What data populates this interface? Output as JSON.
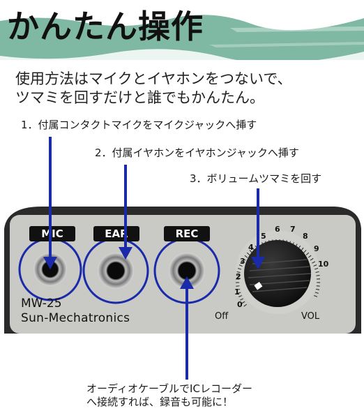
{
  "title": "かんたん操作",
  "intro": {
    "line1": "使用方法はマイクとイヤホンをつないで、",
    "line2": "ツマミを回すだけと誰でもかんたん。"
  },
  "steps": [
    "1．付属コンタクトマイクをマイクジャックへ挿す",
    "2．付属イヤホンをイヤホンジャックへ挿す",
    "3．ボリュームツマミを回す"
  ],
  "device": {
    "jack_labels": [
      "MIC",
      "EAR",
      "REC"
    ],
    "model": "MW-25",
    "maker": "Sun-Mechatronics",
    "off_label": "Off",
    "vol_label": "VOL",
    "knob_scale": [
      "0",
      "1",
      "2",
      "3",
      "4",
      "5",
      "6",
      "7",
      "8",
      "9",
      "10"
    ]
  },
  "note": {
    "line1": "オーディオケーブルでICレコーダー",
    "line2": "へ接続すれば、録音も可能に！"
  },
  "colors": {
    "band": "#7fb8a3",
    "arrow": "#1a2aa8",
    "panel": "#c9cac6",
    "housing": "#2a2a2a"
  }
}
